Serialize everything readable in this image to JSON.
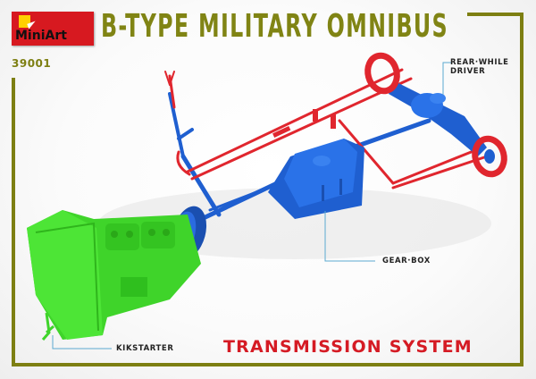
{
  "brand": {
    "logo_text": "MiniArt",
    "logo_colors": {
      "background": "#d71920",
      "square": "#ffd000",
      "text": "#111111"
    },
    "kit_number": "39001"
  },
  "header": {
    "title": "B-TYPE MILITARY OMNIBUS",
    "title_color": "#808414"
  },
  "frame": {
    "color": "#7d7f12"
  },
  "callouts": [
    {
      "id": "rear-wheel-driver",
      "label": "REAR·WHILE DRIVER"
    },
    {
      "id": "gear-box",
      "label": "GEAR·BOX"
    },
    {
      "id": "kikstarter",
      "label": "KIKSTARTER"
    }
  ],
  "callout_line_color": "#5ba9d0",
  "footer": {
    "subtitle": "TRANSMISSION SYSTEM",
    "subtitle_color": "#d51b24"
  },
  "model": {
    "parts": [
      {
        "name": "engine",
        "color": "#3fd42a"
      },
      {
        "name": "flywheel",
        "color": "#1f5fd0"
      },
      {
        "name": "gearbox",
        "color": "#2063d6"
      },
      {
        "name": "rear-axle",
        "color": "#2063d6"
      },
      {
        "name": "brake-rods",
        "color": "#e0262e"
      },
      {
        "name": "rear-wheel-hubs",
        "color": "#e0262e"
      }
    ]
  }
}
